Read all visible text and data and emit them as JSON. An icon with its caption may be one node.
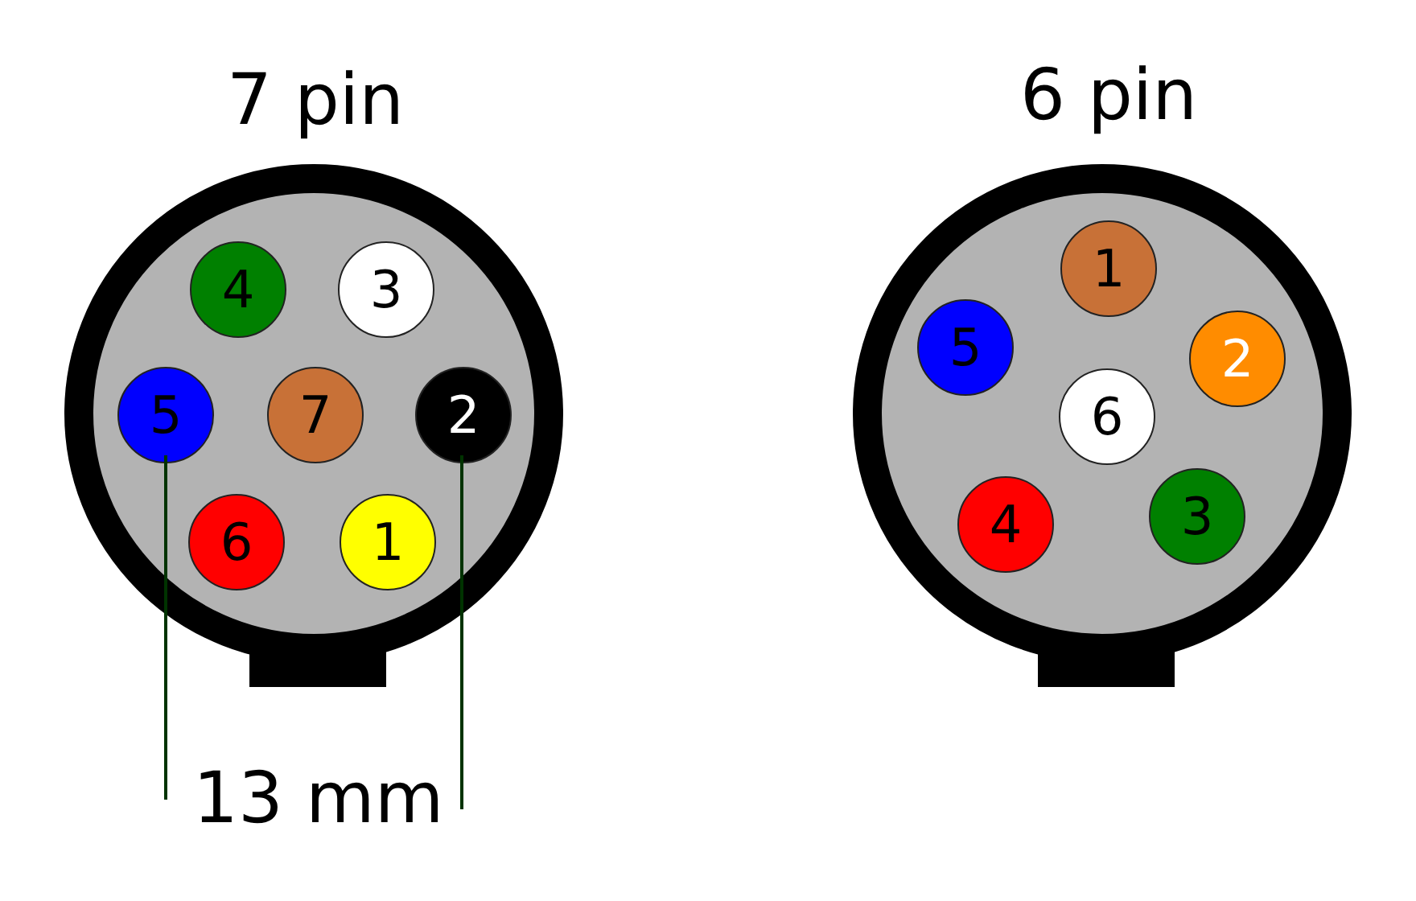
{
  "diagram": {
    "nodes": [
      {
        "text": [
          "7 pin"
        ]
      },
      {
        "text": [
          "4"
        ],
        "in": 0
      },
      {
        "text": [
          "3"
        ],
        "in": 0
      },
      {
        "text": [
          "5"
        ],
        "in": 0
      },
      {
        "text": [
          "7"
        ],
        "in": 0
      },
      {
        "text": [
          "2"
        ],
        "in": 0
      },
      {
        "text": [
          "6"
        ],
        "in": 0
      },
      {
        "text": [
          "1"
        ],
        "in": 0
      },
      {
        "text": [
          "6 pin"
        ]
      },
      {
        "text": [
          "1"
        ],
        "in": 8
      },
      {
        "text": [
          "5"
        ],
        "in": 8
      },
      {
        "text": [
          "2"
        ],
        "in": 8
      },
      {
        "text": [
          "6"
        ],
        "in": 8
      },
      {
        "text": [
          "4"
        ],
        "in": 8
      },
      {
        "text": [
          "3"
        ],
        "in": 8
      }
    ],
    "labels": [
      "13 mm"
    ]
  }
}
